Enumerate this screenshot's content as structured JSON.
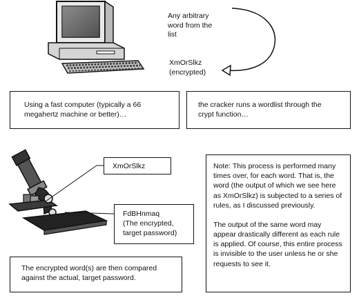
{
  "top": {
    "word_label": "Any arbitrary\nword from the\nlist",
    "encrypted_label": "XmOrSlkz\n(encrypted)"
  },
  "boxes": {
    "fast_computer": "Using a fast computer (typically a 66\nmegahertz machine or better)…",
    "wordlist": "the cracker runs a wordlist through the\ncrypt function…",
    "xmorslkz": "XmOrSlkz",
    "target": "FdBHnmaq\n(The encrypted,\ntarget password)",
    "compared": "The encrypted word(s) are then compared\nagainst the actual, target password.",
    "note_p1": "Note: This process is performed many times over, for each word. That is, the word (the output of which we see here as XmOrSlkz) is subjected to a series of rules, as I discussed previously.",
    "note_p2": "The output of the same word may appear drastically different as each rule is applied. Of course, this entire process is invisible to the user unless he or she requests to see it."
  },
  "icons": [
    "computer-icon",
    "microscope-icon",
    "curved-arrow-icon"
  ]
}
